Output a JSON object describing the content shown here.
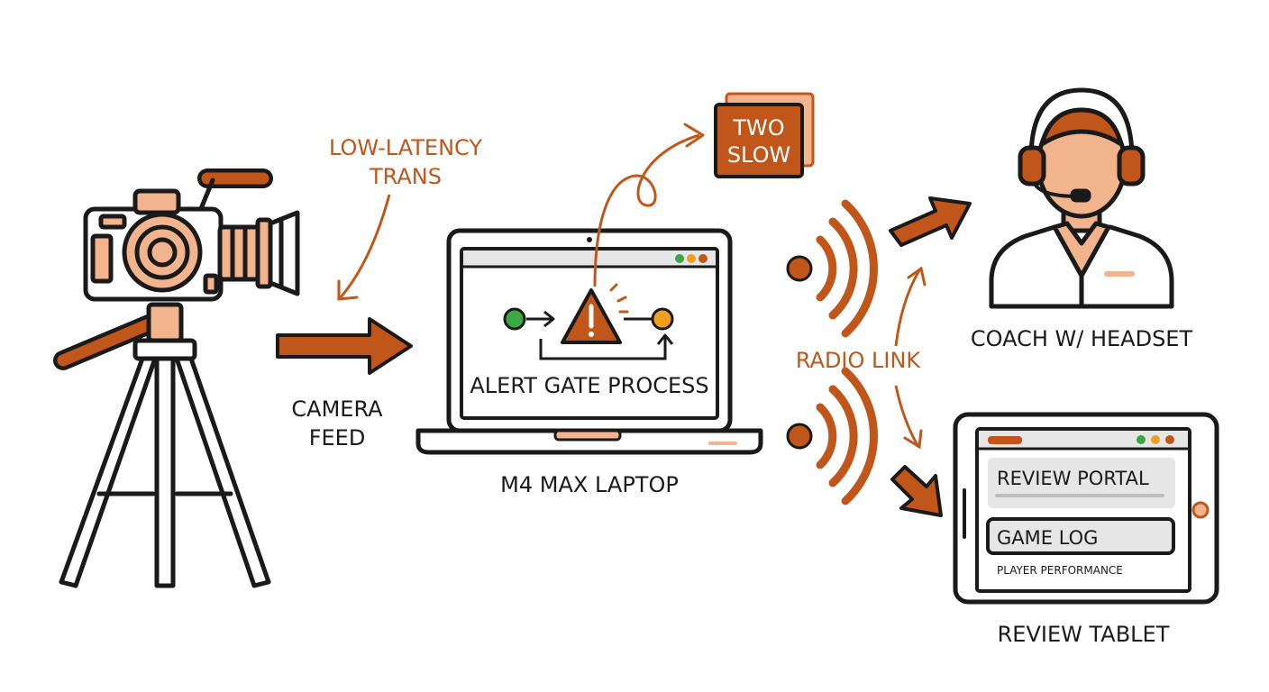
{
  "colors": {
    "accent": "#c1561a",
    "accent_light": "#f2b48c",
    "ink": "#1a1a1a",
    "status_green": "#3aa845",
    "status_amber": "#f0a020",
    "panel_grey": "#e6e6e6"
  },
  "labels": {
    "low_latency_line1": "LOW-LATENCY",
    "low_latency_line2": "TRANS",
    "camera_feed_line1": "CAMERA",
    "camera_feed_line2": "FEED",
    "laptop_caption": "M4 MAX LAPTOP",
    "alert_gate": "ALERT GATE PROCESS",
    "two_slow_line1": "TWO",
    "two_slow_line2": "SLOW",
    "radio_link": "RADIO LINK",
    "coach_caption": "COACH W/ HEADSET",
    "tablet_caption": "REVIEW TABLET"
  },
  "tablet": {
    "review_portal": "REVIEW PORTAL",
    "game_log": "GAME LOG",
    "player_performance": "PLAYER PERFORMANCE"
  },
  "icons": [
    "camera-icon",
    "tripod-icon",
    "laptop-icon",
    "warning-icon",
    "radio-wave-icon",
    "coach-headset-icon",
    "tablet-icon"
  ]
}
